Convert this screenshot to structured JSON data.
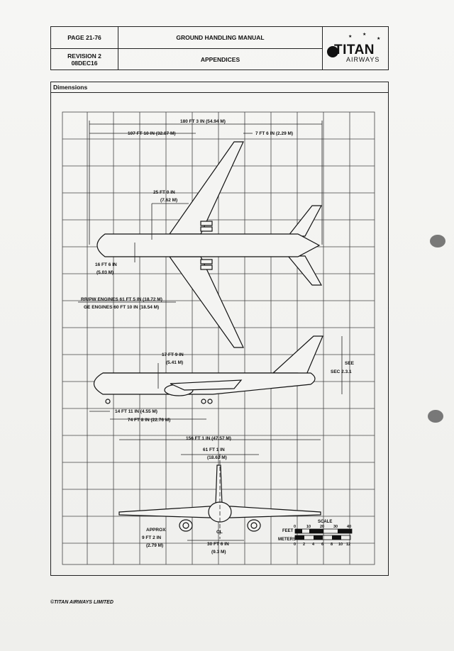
{
  "header": {
    "page": "PAGE 21-76",
    "revision": "REVISION 2",
    "date": "08DEC16",
    "title": "GROUND HANDLING MANUAL",
    "subtitle": "APPENDICES",
    "logo_word": "TITAN",
    "logo_sub": "AIRWAYS"
  },
  "section": {
    "title": "Dimensions"
  },
  "dimensions": {
    "overall_length": "180 FT 3 IN (54.94 M)",
    "wing_to_nose": "107 FT 10 IN (32.87 M)",
    "tail_offset": "7 FT 6 IN (2.29 M)",
    "nose_to_cockpit_a": "25 FT 0 IN",
    "nose_to_cockpit_b": "(7.62 M)",
    "nose_gear_a": "16 FT 6 IN",
    "nose_gear_b": "(5.03 M)",
    "engines_rr": "RR/PW ENGINES   61 FT 5 IN (18.72 M)",
    "engines_ge": "GE ENGINES   60 FT 10 IN (18.54 M)",
    "fuselage_height_a": "17 FT 9 IN",
    "fuselage_height_b": "(5.41 M)",
    "see_a": "SEE",
    "see_b": "SEC 2.3.1",
    "gear_a": "14 FT 11 IN (4.55 M)",
    "gear_b": "74 FT 8 IN (22.76 M)",
    "span": "156 FT 1 IN (47.57 M)",
    "stab_a": "61 FT 1 IN",
    "stab_b": "(18.62 M)",
    "approx": "APPROX",
    "eng_clear_a": "9 FT 2 IN",
    "eng_clear_b": "(2.79 M)",
    "track_a": "30 FT 6 IN",
    "track_b": "(9.3 M)",
    "centerline": "CL"
  },
  "scale": {
    "label": "SCALE",
    "feet_label": "FEET",
    "meters_label": "METERS",
    "feet_ticks": [
      "0",
      "10",
      "20",
      "30",
      "40"
    ],
    "meter_ticks": [
      "0",
      "2",
      "4",
      "6",
      "8",
      "10",
      "12"
    ]
  },
  "footer": "©TITAN AIRWAYS LIMITED"
}
